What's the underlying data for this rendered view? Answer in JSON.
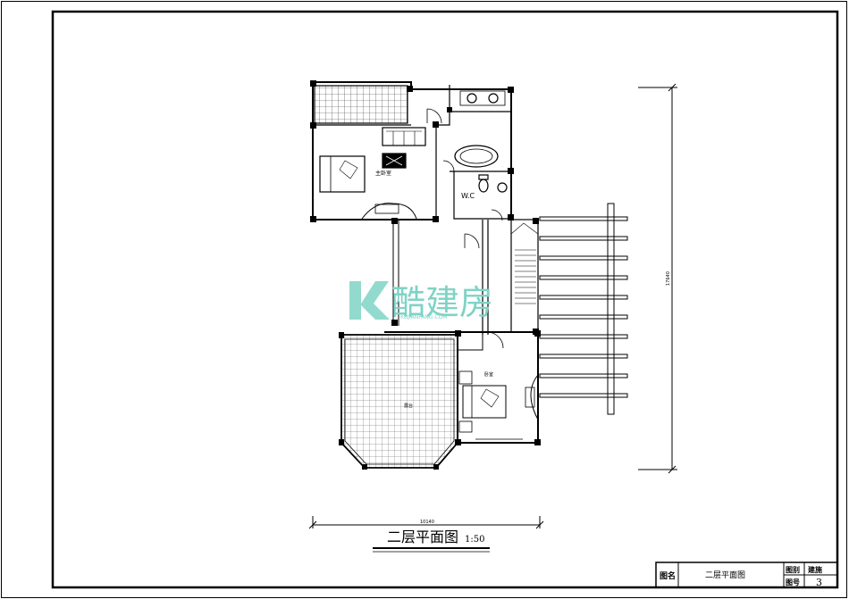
{
  "plan": {
    "title": "二层平面图",
    "scale": "1:50",
    "dim_width": "10140",
    "dim_height": "17640"
  },
  "rooms": {
    "master_bedroom": "主卧室",
    "wc": "W.C",
    "bedroom": "卧室",
    "terrace": "露台"
  },
  "watermark": {
    "brand": "酷建房",
    "url": "KUJIANFANG.COM"
  },
  "title_block": {
    "name_label": "图名",
    "name_value": "二层平面图",
    "category_label": "图别",
    "category_value": "建施",
    "number_label": "图号",
    "number_value": "3"
  },
  "colors": {
    "line": "#000000",
    "watermark": "#7fd3c6"
  }
}
